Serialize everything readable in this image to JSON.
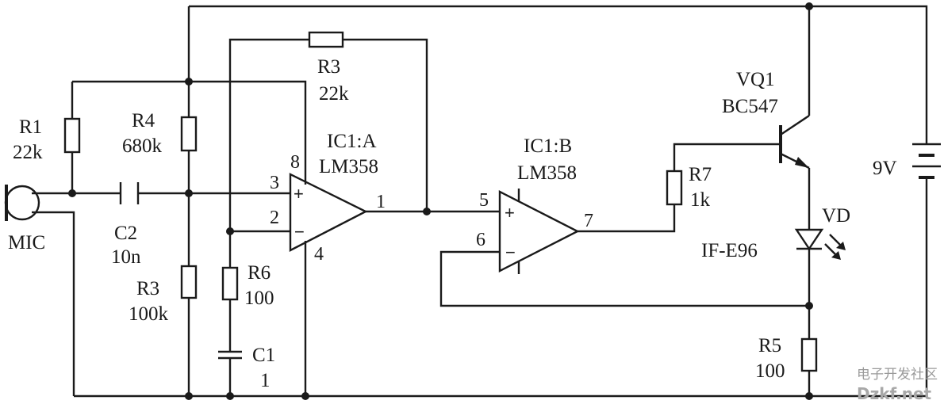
{
  "components": {
    "mic": {
      "ref": "MIC"
    },
    "r1": {
      "ref": "R1",
      "value": "22k"
    },
    "r4": {
      "ref": "R4",
      "value": "680k"
    },
    "r3_feedback": {
      "ref": "R3",
      "value": "22k"
    },
    "r3_bias": {
      "ref": "R3",
      "value": "100k"
    },
    "c2": {
      "ref": "C2",
      "value": "10n"
    },
    "r6": {
      "ref": "R6",
      "value": "100"
    },
    "c1": {
      "ref": "C1",
      "value": "1"
    },
    "ic1a": {
      "ref": "IC1:A",
      "part": "LM358"
    },
    "ic1b": {
      "ref": "IC1:B",
      "part": "LM358"
    },
    "r7": {
      "ref": "R7",
      "value": "1k"
    },
    "vq1": {
      "ref": "VQ1",
      "part": "BC547"
    },
    "vd": {
      "ref": "VD",
      "part": "IF-E96"
    },
    "r5": {
      "ref": "R5",
      "value": "100"
    },
    "battery": {
      "value": "9V"
    }
  },
  "pins": {
    "ic1a_noninv": "3",
    "ic1a_inv": "2",
    "ic1a_vcc": "8",
    "ic1a_gnd": "4",
    "ic1a_out": "1",
    "ic1b_noninv": "5",
    "ic1b_inv": "6",
    "ic1b_out": "7"
  },
  "signs": {
    "plus": "+",
    "minus": "−"
  },
  "watermark": {
    "line1": "电子开发社区",
    "line2": "Dzkf.net"
  }
}
